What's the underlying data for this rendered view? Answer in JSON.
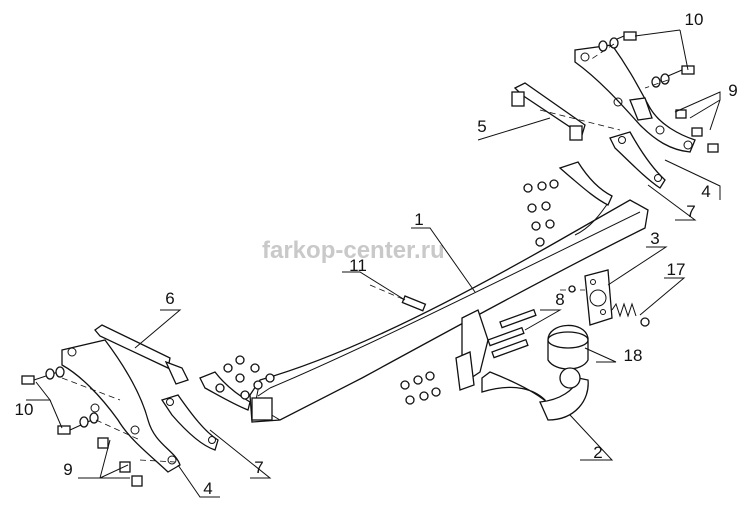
{
  "watermark": "farkop-center.ru",
  "callouts": [
    {
      "id": "c1",
      "text": "1"
    },
    {
      "id": "c2",
      "text": "2"
    },
    {
      "id": "c3",
      "text": "3"
    },
    {
      "id": "c4a",
      "text": "4"
    },
    {
      "id": "c4b",
      "text": "4"
    },
    {
      "id": "c5",
      "text": "5"
    },
    {
      "id": "c6",
      "text": "6"
    },
    {
      "id": "c7a",
      "text": "7"
    },
    {
      "id": "c7b",
      "text": "7"
    },
    {
      "id": "c8",
      "text": "8"
    },
    {
      "id": "c9a",
      "text": "9"
    },
    {
      "id": "c9b",
      "text": "9"
    },
    {
      "id": "c10a",
      "text": "10"
    },
    {
      "id": "c10b",
      "text": "10"
    },
    {
      "id": "c11",
      "text": "11"
    },
    {
      "id": "c17",
      "text": "17"
    },
    {
      "id": "c18",
      "text": "18"
    }
  ]
}
